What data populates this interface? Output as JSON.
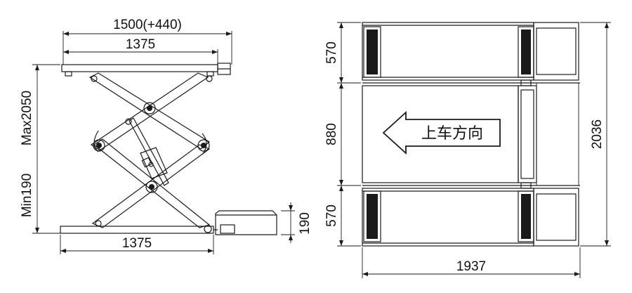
{
  "side_view": {
    "platform_width_extended": "1500(+440)",
    "platform_width_top": "1375",
    "base_width": "1375",
    "height_max": "Max2050",
    "height_min": "Min190",
    "power_unit_height": "190"
  },
  "top_view": {
    "front_section_length": "570",
    "middle_section_length": "880",
    "rear_section_length": "570",
    "overall_length": "2036",
    "overall_width": "1937",
    "direction_label": "上车方向"
  },
  "colors": {
    "line": "#1a1a1a",
    "background": "#ffffff"
  }
}
